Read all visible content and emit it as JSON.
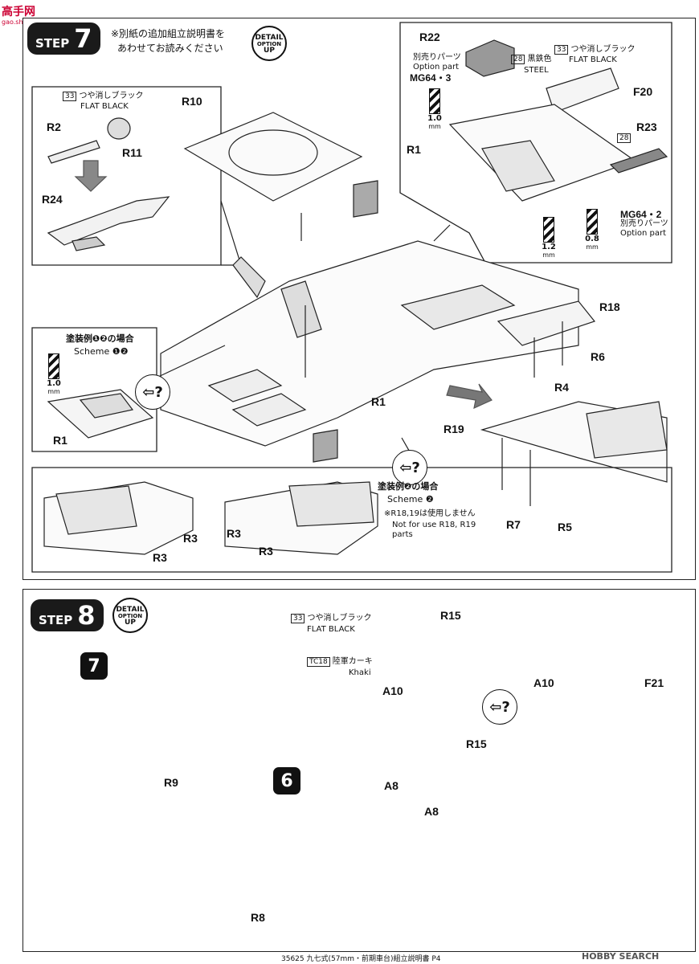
{
  "watermark_top": {
    "cn": "高手网",
    "url": "gao.shou.com"
  },
  "step7": {
    "step_word": "STEP",
    "step_number": "7",
    "note_jp_line1": "※別紙の追加組立説明書を",
    "note_jp_line2": "あわせてお読みください",
    "detail": {
      "l1": "DETAIL",
      "l2": "OPTION",
      "l3": "UP"
    },
    "inset_left": {
      "paint_code": "33",
      "paint_jp": "つや消しブラック",
      "paint_en": "FLAT BLACK",
      "parts": [
        "R2",
        "R11",
        "R24"
      ]
    },
    "main_parts": [
      "R10",
      "R1",
      "R18",
      "R6",
      "R4",
      "R19",
      "R7",
      "R5"
    ],
    "inset_right": {
      "r22": "R22",
      "option_jp": "別売りパーツ",
      "option_en": "Option part",
      "mg643": "MG64・3",
      "paint28_code": "28",
      "paint28_jp": "黒鉄色",
      "paint28_en": "STEEL",
      "paint33_code": "33",
      "paint33_jp": "つや消しブラック",
      "paint33_en": "FLAT BLACK",
      "f20": "F20",
      "r23": "R23",
      "r23_code": "28",
      "r1": "R1",
      "drill_a": "1.0",
      "drill_b": "1.2",
      "drill_c": "0.8",
      "mm": "mm",
      "mg642": "MG64・2",
      "option2_jp": "別売りパーツ",
      "option2_en": "Option part"
    },
    "scheme12": {
      "title_jp": "塗装例❶❷の場合",
      "title_en": "Scheme ❶❷",
      "drill": "1.0",
      "mm": "mm",
      "part": "R1"
    },
    "scheme2": {
      "title_jp": "塗装例❷の場合",
      "title_en": "Scheme ❷",
      "note_jp": "※R18,19は使用しません",
      "note_en1": "Not for use R18, R19",
      "note_en2": "parts",
      "parts_left": [
        "R3",
        "R3"
      ],
      "parts_right": [
        "R3",
        "R3"
      ]
    }
  },
  "step8": {
    "step_word": "STEP",
    "step_number": "8",
    "detail": {
      "l1": "DETAIL",
      "l2": "OPTION",
      "l3": "UP"
    },
    "inset": {
      "paint33_code": "33",
      "paint33_jp": "つや消しブラック",
      "paint33_en": "FLAT BLACK",
      "tc18_code": "TC18",
      "tc18_jp": "陸軍カーキ",
      "tc18_en": "Khaki",
      "r15": "R15",
      "a10": "A10"
    },
    "sub7": "7",
    "sub6": "6",
    "parts_left": [
      "R9",
      "R8"
    ],
    "parts_right": [
      "A10",
      "F21",
      "R15",
      "A8",
      "A8"
    ]
  },
  "footer": "35625 九七式(57mm・前期車台)組立説明書 P4",
  "watermark_bottom": "HOBBY SEARCH"
}
